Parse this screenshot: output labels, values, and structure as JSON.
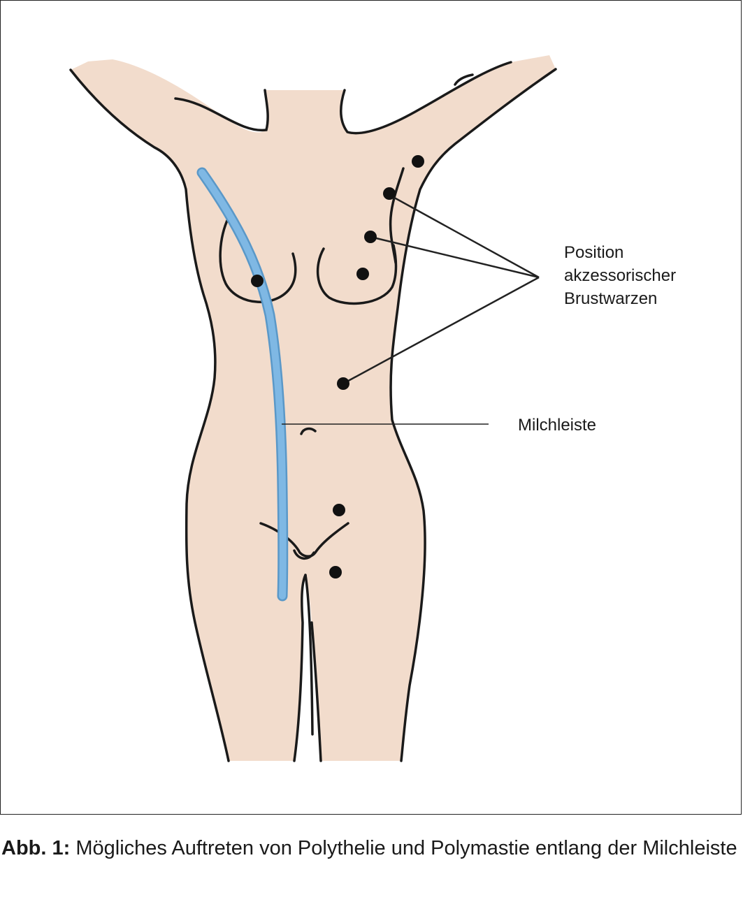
{
  "figure": {
    "colors": {
      "skin": "#f2dccc",
      "outline": "#1a1a1a",
      "milk_line": "#7fb8e4",
      "milk_line_edge": "#5a98c8",
      "dot": "#111111"
    },
    "labels": {
      "nipples": [
        "Position",
        "akzessorischer",
        "Brustwarzen"
      ],
      "milk_line": "Milchleiste"
    }
  },
  "caption": {
    "prefix": "Abb. 1:",
    "text": " Mögliches Auftreten von Polythelie und Polymastie entlang der Milchleiste"
  }
}
